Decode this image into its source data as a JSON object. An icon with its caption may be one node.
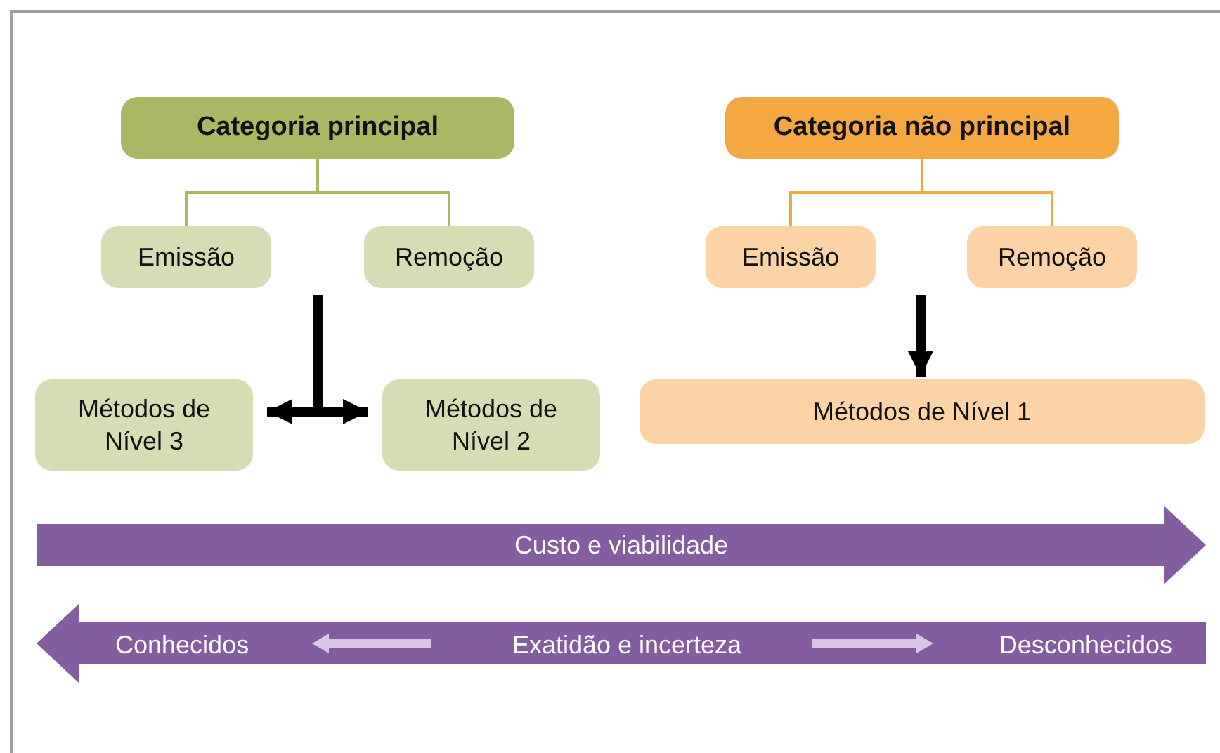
{
  "diagram": {
    "nodes": [
      {
        "text": [
          "Categoria principal"
        ]
      },
      {
        "text": [
          "Emissão"
        ]
      },
      {
        "text": [
          "Remoção"
        ]
      },
      {
        "text": [
          "Métodos de Nível 3"
        ]
      },
      {
        "text": [
          "Métodos de Nível 2"
        ]
      },
      {
        "text": [
          "Categoria não principal"
        ]
      },
      {
        "text": [
          "Emissão"
        ]
      },
      {
        "text": [
          "Remoção"
        ]
      },
      {
        "text": [
          "Métodos de Nível 1"
        ]
      },
      {
        "text": [
          "Custo e viabilidade"
        ]
      },
      {
        "text": [
          "Conhecidos",
          "Exatidão e incerteza",
          "Desconhecidos"
        ]
      }
    ],
    "edges": [
      {
        "from": 0,
        "to": 1,
        "arrow": "none",
        "color": "#a9b862"
      },
      {
        "from": 0,
        "to": 2,
        "arrow": "none",
        "color": "#a9b862"
      },
      {
        "from": 5,
        "to": 6,
        "arrow": "none",
        "color": "#f5a742"
      },
      {
        "from": 5,
        "to": 7,
        "arrow": "none",
        "color": "#f5a742"
      },
      {
        "from": null,
        "to": 3,
        "arrow": "to",
        "style": "thick"
      },
      {
        "from": null,
        "to": 4,
        "arrow": "to",
        "style": "thick"
      },
      {
        "from": null,
        "to": 8,
        "arrow": "to",
        "style": "thick"
      }
    ]
  }
}
